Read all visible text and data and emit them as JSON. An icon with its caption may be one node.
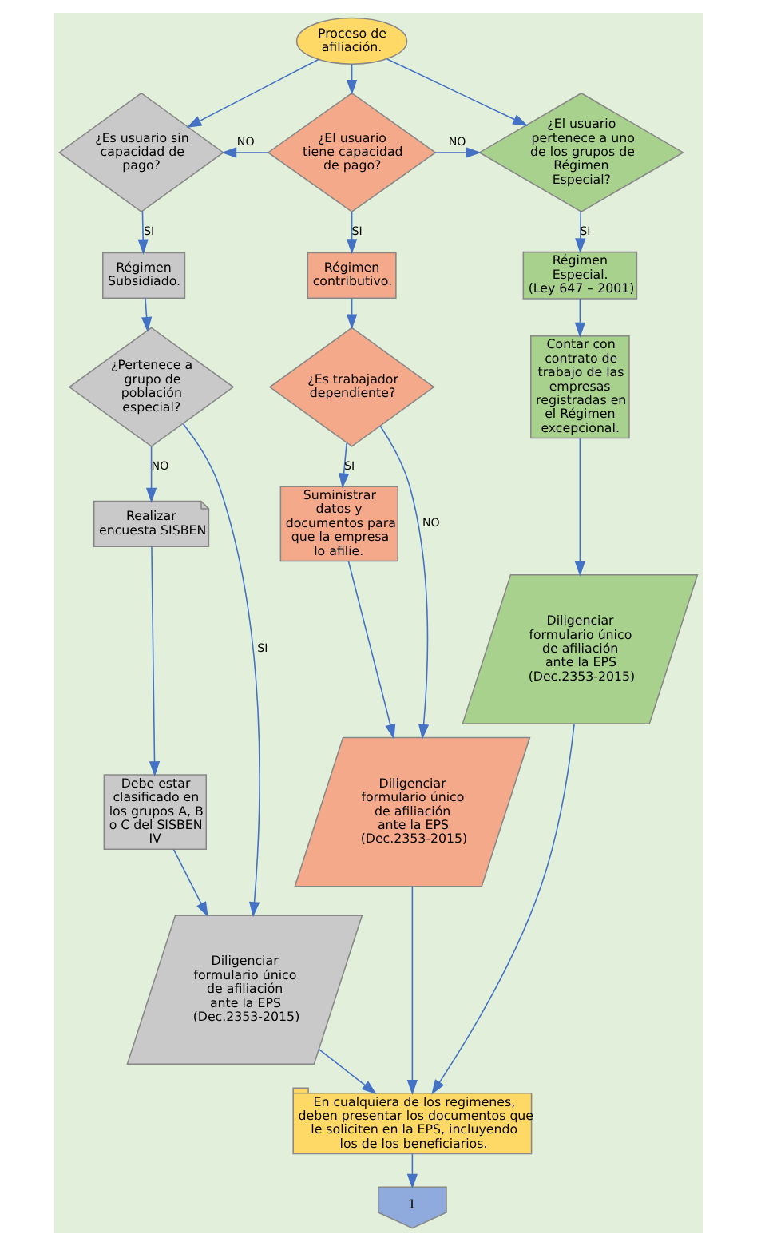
{
  "diagram": {
    "nodes": [
      {
        "text": [
          "Proceso de afiliación."
        ]
      },
      {
        "text": [
          "¿Es usuario sin capacidad de pago?"
        ]
      },
      {
        "text": [
          "¿El usuario tiene capacidad de pago?"
        ]
      },
      {
        "text": [
          "¿El usuario pertenece a uno de los grupos de Régimen Especial?"
        ]
      },
      {
        "text": [
          "Régimen Subsidiado."
        ]
      },
      {
        "text": [
          "Régimen contributivo."
        ]
      },
      {
        "text": [
          "Régimen Especial.",
          "(Ley 647 – 2001)"
        ]
      },
      {
        "text": [
          "¿Pertenece a grupo de población especial?"
        ]
      },
      {
        "text": [
          "¿Es trabajador dependiente?"
        ]
      },
      {
        "text": [
          "Contar con contrato de trabajo de las empresas registradas en el Régimen excepcional."
        ]
      },
      {
        "text": [
          "Realizar encuesta SISBEN"
        ]
      },
      {
        "text": [
          "Suministrar datos y documentos para que la empresa lo afilie."
        ]
      },
      {
        "text": [
          "Diligenciar formulario único de afiliación ante la EPS (Dec.2353-2015)"
        ]
      },
      {
        "text": [
          "Debe estar clasificado en los grupos A, B o C del SISBEN IV"
        ]
      },
      {
        "text": [
          "Diligenciar formulario único de afiliación ante la EPS (Dec.2353-2015)"
        ]
      },
      {
        "text": [
          "Diligenciar formulario único de afiliación ante la EPS (Dec.2353-2015)"
        ]
      },
      {
        "text": [
          "En cualquiera de los regimenes, deben presentar los documentos que le soliciten en la EPS, incluyendo los de los beneficiarios."
        ]
      },
      {
        "text": [
          "1"
        ]
      }
    ],
    "edges": [
      {
        "from": 0,
        "to": 1,
        "arrow": "to"
      },
      {
        "from": 0,
        "to": 2,
        "arrow": "to"
      },
      {
        "from": 0,
        "to": 3,
        "arrow": "to"
      },
      {
        "from": 2,
        "to": 1,
        "arrow": "to",
        "label": "NO"
      },
      {
        "from": 2,
        "to": 3,
        "arrow": "to",
        "label": "NO"
      },
      {
        "from": 1,
        "to": 4,
        "arrow": "to",
        "label": "SI"
      },
      {
        "from": 2,
        "to": 5,
        "arrow": "to",
        "label": "SI"
      },
      {
        "from": 3,
        "to": 6,
        "arrow": "to",
        "label": "SI"
      },
      {
        "from": 4,
        "to": 7,
        "arrow": "to"
      },
      {
        "from": 5,
        "to": 8,
        "arrow": "to"
      },
      {
        "from": 6,
        "to": 9,
        "arrow": "to"
      },
      {
        "from": 7,
        "to": 10,
        "arrow": "to",
        "label": "NO"
      },
      {
        "from": 7,
        "to": 12,
        "arrow": "to",
        "label": "SI"
      },
      {
        "from": 8,
        "to": 11,
        "arrow": "to",
        "label": "SI"
      },
      {
        "from": 8,
        "to": 14,
        "arrow": "to",
        "label": "NO"
      },
      {
        "from": 9,
        "to": 15,
        "arrow": "to"
      },
      {
        "from": 10,
        "to": 13,
        "arrow": "to"
      },
      {
        "from": 11,
        "to": 14,
        "arrow": "to"
      },
      {
        "from": 13,
        "to": 12,
        "arrow": "to"
      },
      {
        "from": 14,
        "to": 16,
        "arrow": "to"
      },
      {
        "from": 12,
        "to": 16,
        "arrow": "to"
      },
      {
        "from": 15,
        "to": 16,
        "arrow": "to"
      },
      {
        "from": 16,
        "to": 17,
        "arrow": "to"
      }
    ]
  }
}
